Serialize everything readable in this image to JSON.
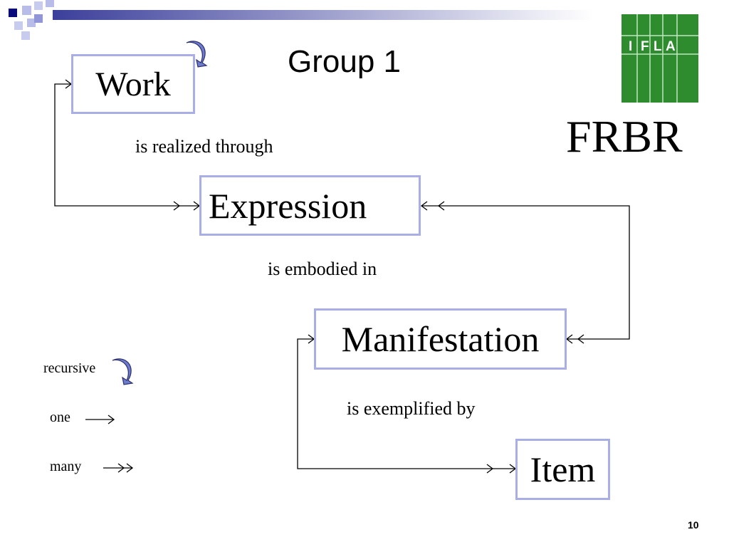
{
  "slide": {
    "title": "Group 1",
    "subtitle": "FRBR",
    "page_number": "10",
    "logo": {
      "letters": [
        "I",
        "F",
        "L",
        "A"
      ]
    }
  },
  "entities": {
    "work": "Work",
    "expression": "Expression",
    "manifestation": "Manifestation",
    "item": "Item"
  },
  "relationships": {
    "realized": "is realized through",
    "embodied": "is embodied in",
    "exemplified": "is exemplified by"
  },
  "legend": {
    "recursive": "recursive",
    "one": "one",
    "many": "many"
  },
  "colors": {
    "box_border": "#a9aee6",
    "header_bar": "#3b3f9a",
    "logo_green": "#2e8b2e",
    "recursive_arrow": "#6d7ccc"
  },
  "icons": [
    "recursive-arrow-icon",
    "one-arrow-icon",
    "many-arrow-icon",
    "ifla-logo"
  ]
}
